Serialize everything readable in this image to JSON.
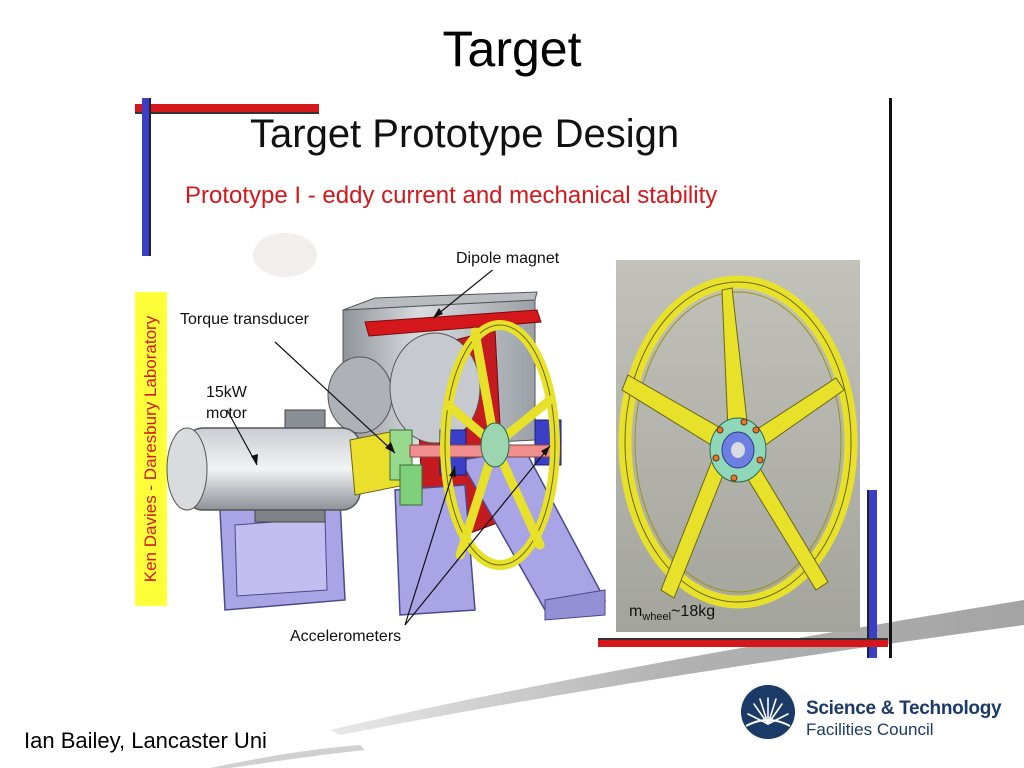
{
  "slide": {
    "title": "Target",
    "heading": "Target Prototype Design",
    "subheading": "Prototype I - eddy current and mechanical stability",
    "credit": "Ken Davies - Daresbury Laboratory",
    "author": "Ian Bailey, Lancaster Uni"
  },
  "figure": {
    "labels": {
      "dipole": "Dipole magnet",
      "torque": "Torque transducer",
      "motor_line1": "15kW",
      "motor_line2": "motor",
      "accelerometers": "Accelerometers"
    },
    "mass": {
      "symbol": "m",
      "subscript": "wheel",
      "value": "~18kg"
    }
  },
  "logo": {
    "line1": "Science & Technology",
    "line2": "Facilities Council"
  },
  "colors": {
    "accent_red": "#d4171b",
    "accent_blue": "#3b3fc7",
    "wheel_yellow": "#e8e12a",
    "frame_lavender": "#a9a4e6",
    "logo_navy": "#1c3a68"
  }
}
